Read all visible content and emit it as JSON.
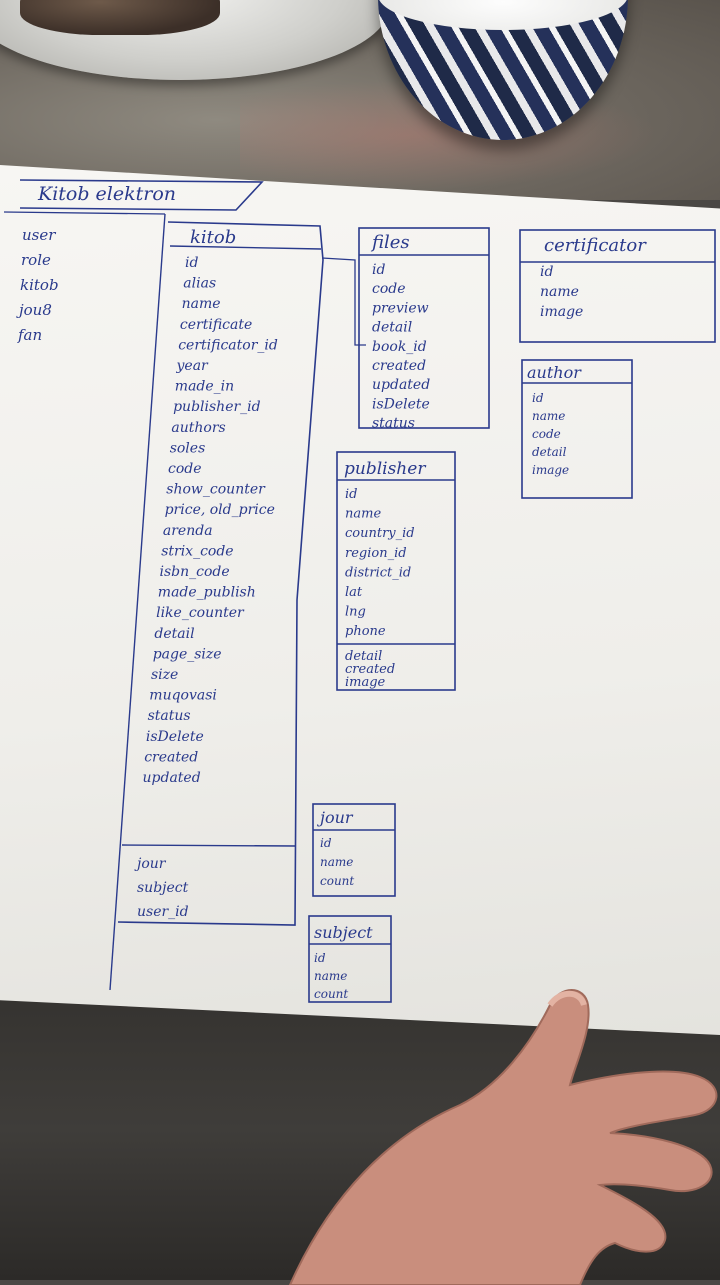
{
  "notebook": {
    "title": "Kitob elektron",
    "sidebar_entities": [
      "user",
      "role",
      "kitob",
      "jou8",
      "fan"
    ],
    "tables": [
      {
        "name": "kitob",
        "fields": [
          "id",
          "alias",
          "name",
          "certificate",
          "certificator_id",
          "year",
          "made_in",
          "publisher_id",
          "authors",
          "soles",
          "code",
          "show_counter",
          "price, old_price",
          "arenda",
          "strix_code",
          "isbn_code",
          "made_publish",
          "like_counter",
          "detail",
          "page_size",
          "size",
          "muqovasi",
          "status",
          "isDelete",
          "created",
          "updated"
        ],
        "extra_fields": [
          "jour",
          "subject",
          "user_id"
        ]
      },
      {
        "name": "files",
        "fields": [
          "id",
          "code",
          "preview",
          "detail",
          "book_id",
          "created",
          "updated",
          "isDelete",
          "status"
        ]
      },
      {
        "name": "certificator",
        "fields": [
          "id",
          "name",
          "image"
        ]
      },
      {
        "name": "author",
        "fields": [
          "id",
          "name",
          "code",
          "detail",
          "image"
        ]
      },
      {
        "name": "publisher",
        "fields": [
          "id",
          "name",
          "country_id",
          "region_id",
          "district_id",
          "lat",
          "lng",
          "phone"
        ],
        "extra_fields": [
          "detail",
          "created",
          "image"
        ]
      },
      {
        "name": "jour",
        "fields": [
          "id",
          "name",
          "count"
        ]
      },
      {
        "name": "subject",
        "fields": [
          "id",
          "name",
          "count"
        ]
      }
    ]
  },
  "colors": {
    "ink": "#2a3a8c",
    "paper": "#f3f2ee",
    "table_surface": "#7b766e",
    "bowl_pattern": "#1f2a48"
  }
}
